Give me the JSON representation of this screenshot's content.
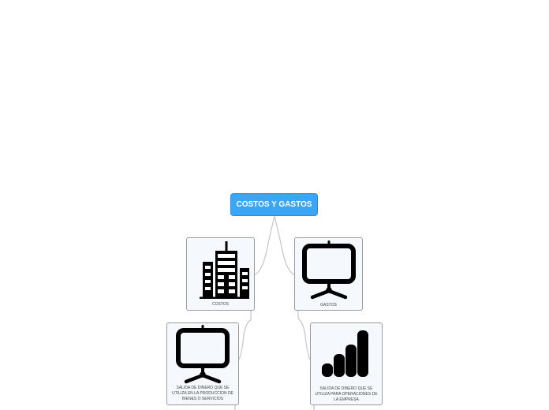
{
  "map": {
    "root": {
      "title": "COSTOS Y GASTOS"
    },
    "costos": {
      "label": "COSTOS",
      "icon": "buildings-icon"
    },
    "gastos": {
      "label": "GASTOS",
      "icon": "monitor-icon"
    },
    "costos_desc": {
      "label": "SALIDA DE DINERO QUE SE UTILIZA EN LA PRODUCCION DE BIENES O SERVICIOS",
      "icon": "monitor-icon"
    },
    "gastos_desc": {
      "label": "SALIDA DE DINERO QUE SE UTILIZA PARA OPERACIONES DE LA EMPRESA",
      "icon": "bar-chart-icon"
    }
  },
  "colors": {
    "root_fill": "#3ba6f5",
    "node_fill": "#f5f8fc",
    "node_border": "#9a9a9a",
    "connector": "#c4c4c4",
    "icon": "#000000"
  }
}
